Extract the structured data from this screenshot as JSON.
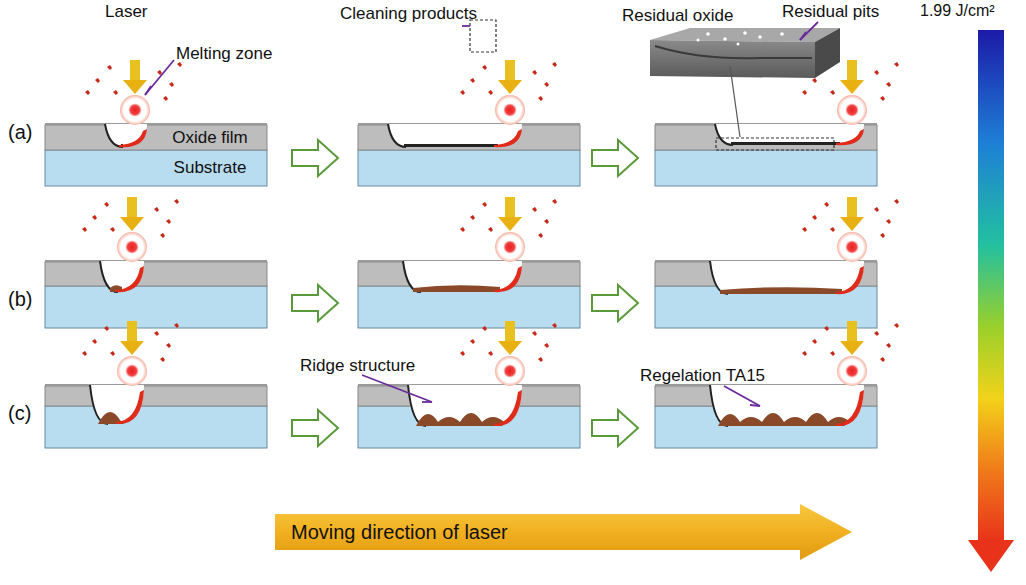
{
  "diagram": {
    "nodes": [
      {
        "text": [
          "Oxide film"
        ]
      },
      {
        "text": [
          "Substrate"
        ]
      },
      {
        "text": [
          "Moving direction of laser"
        ]
      }
    ],
    "labels": [
      "Laser",
      "Melting zone",
      "Cleaning products",
      "Residual oxide",
      "Residual pits",
      "1.99 J/cm²",
      "(a)",
      "(b)",
      "(c)",
      "Ridge structure",
      "Regelation TA15"
    ]
  }
}
